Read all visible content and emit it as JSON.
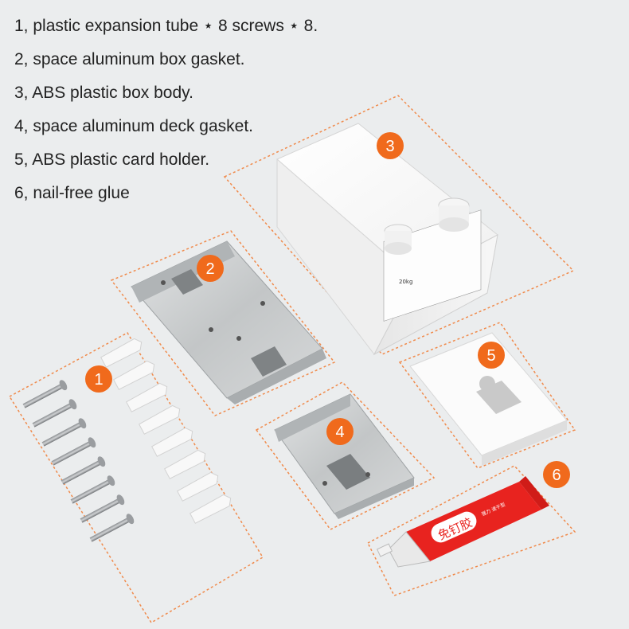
{
  "captions": [
    "1, plastic expansion tube ⋆ 8 screws ⋆ 8.",
    "2, space aluminum box gasket.",
    "3, ABS plastic box body.",
    "4, space aluminum deck gasket.",
    "5, ABS plastic card holder.",
    "6, nail-free glue"
  ],
  "badges": [
    "1",
    "2",
    "3",
    "4",
    "5",
    "6"
  ],
  "colors": {
    "background": "#ebedee",
    "badge": "#f06a1c",
    "dashed_outline": "#f08a4b",
    "aluminum": "#c9cccd",
    "white_plastic": "#fafafa",
    "tube_red": "#e8231f"
  },
  "box_label": {
    "capacity": "20kg"
  },
  "glue_label": {
    "brand": "免钉胶",
    "sub": "强力 速干型"
  }
}
